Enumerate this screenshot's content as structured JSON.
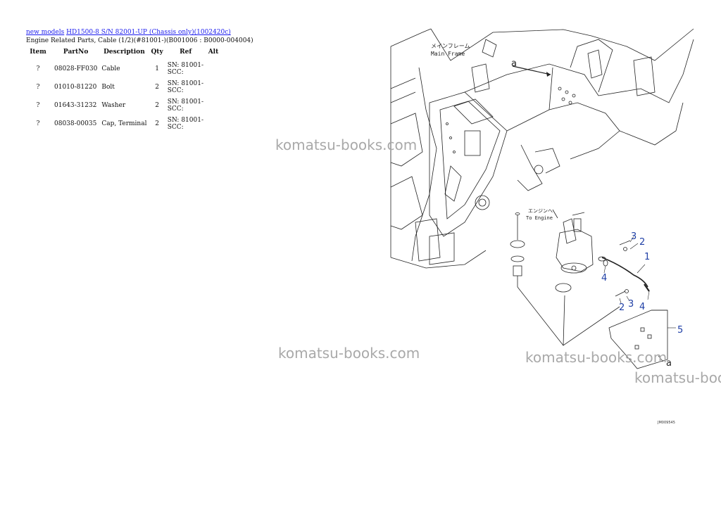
{
  "breadcrumb": {
    "link1": "new models",
    "link2": "HD1500-8 S/N 82001-UP (Chassis only)(1002420c)"
  },
  "subtitle": "Engine Related Parts, Cable (1/2)(#81001-)(B001006 : B0000-004004)",
  "table": {
    "headers": {
      "item": "Item",
      "part_no": "PartNo",
      "description": "Description",
      "qty": "Qty",
      "ref": "Ref",
      "alt": "Alt"
    },
    "rows": [
      {
        "item": "?",
        "part_no": "08028-FF030",
        "description": "Cable",
        "qty": "1",
        "ref": "SN: 81001-SCC:",
        "alt": ""
      },
      {
        "item": "?",
        "part_no": "01010-81220",
        "description": "Bolt",
        "qty": "2",
        "ref": "SN: 81001-SCC:",
        "alt": ""
      },
      {
        "item": "?",
        "part_no": "01643-31232",
        "description": "Washer",
        "qty": "2",
        "ref": "SN: 81001-SCC:",
        "alt": ""
      },
      {
        "item": "?",
        "part_no": "08038-00035",
        "description": "Cap, Terminal",
        "qty": "2",
        "ref": "SN: 81001-SCC:",
        "alt": ""
      }
    ]
  },
  "diagram": {
    "label_main_frame_jp": "メインフレーム",
    "label_main_frame": "Main Frame",
    "label_to_engine_jp": "エンジンへ",
    "label_to_engine": "To Engine",
    "letter_a": "a",
    "callouts": [
      "1",
      "2",
      "3",
      "4",
      "5"
    ],
    "drawing_id": "JM009545",
    "callout_color": "#1f3fa6"
  },
  "watermarks": [
    "komatsu-books.com",
    "komatsu-books.com",
    "komatsu-books.com",
    "komatsu-books.com"
  ]
}
